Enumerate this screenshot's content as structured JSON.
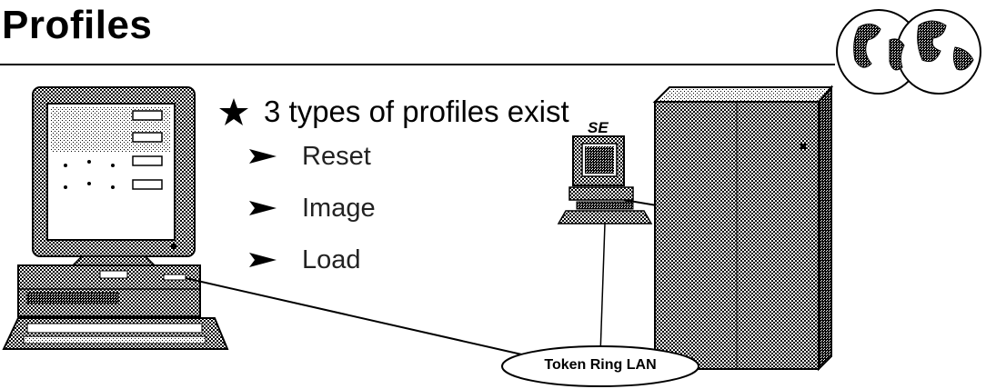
{
  "slide": {
    "title": "Profiles",
    "heading": "3 types of profiles exist",
    "profile_types": [
      "Reset",
      "Image",
      "Load"
    ]
  },
  "diagram": {
    "network_label": "Token Ring LAN",
    "support_element_label": "SE",
    "icons": [
      "globe-logo-icon",
      "star-bullet-icon",
      "arrow-bullet-icon",
      "console-workstation-icon",
      "support-element-icon",
      "mainframe-icon"
    ]
  }
}
